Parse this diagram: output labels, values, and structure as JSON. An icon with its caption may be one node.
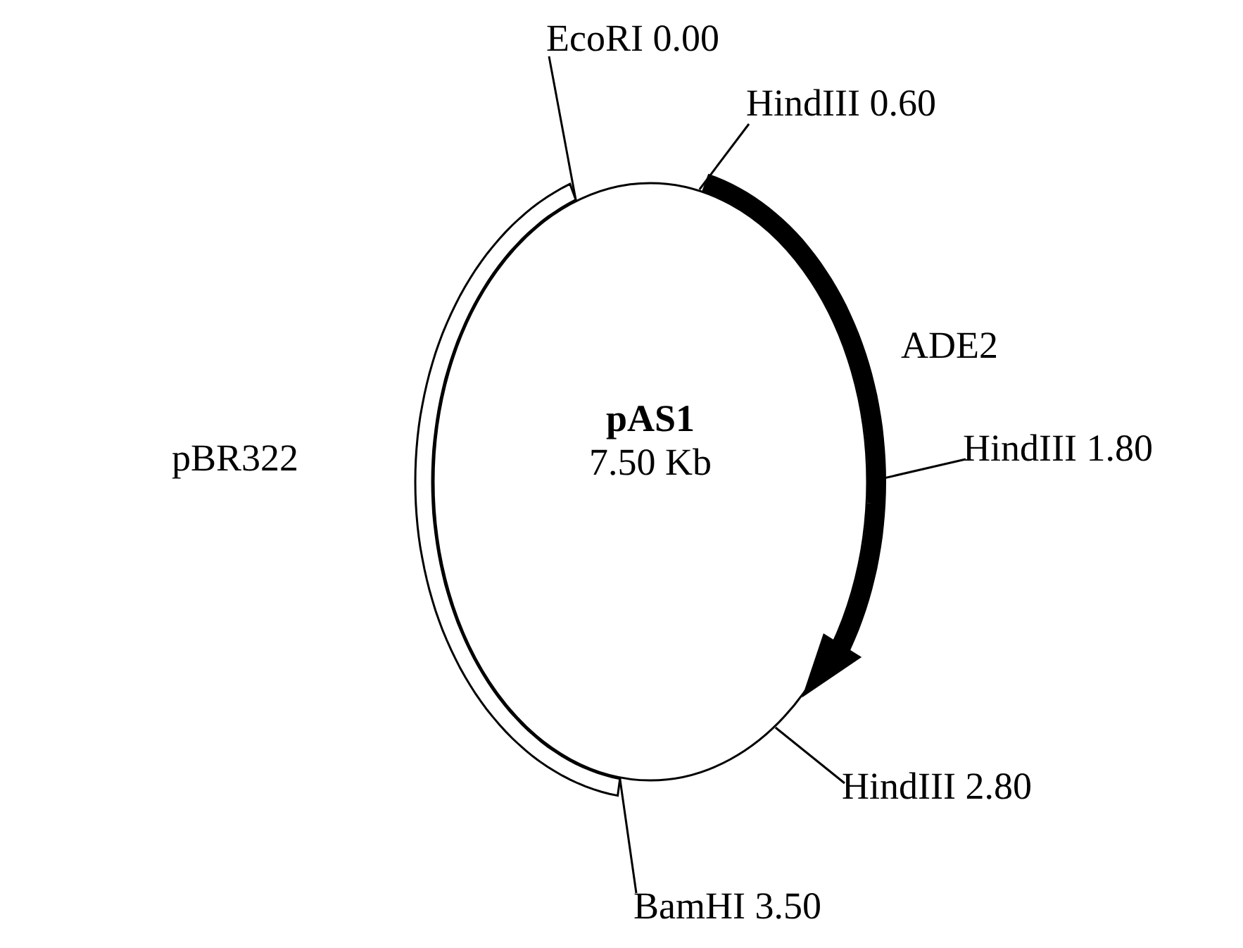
{
  "diagram": {
    "nodes": [
      {
        "text": [
          "pAS1",
          "7.50 Kb"
        ]
      },
      {
        "text": [
          "EcoRI 0.00"
        ]
      },
      {
        "text": [
          "HindIII 0.60"
        ]
      },
      {
        "text": [
          "HindIII 1.80"
        ]
      },
      {
        "text": [
          "HindIII 2.80"
        ]
      },
      {
        "text": [
          "BamHI 3.50"
        ]
      }
    ],
    "edges": [
      {
        "from": 1,
        "to": 0,
        "arrow": "none"
      },
      {
        "from": 2,
        "to": 0,
        "arrow": "none"
      },
      {
        "from": 3,
        "to": 0,
        "arrow": "none"
      },
      {
        "from": 4,
        "to": 0,
        "arrow": "none"
      },
      {
        "from": 5,
        "to": 0,
        "arrow": "none"
      }
    ],
    "labels": [
      "ADE2",
      "pBR322"
    ]
  }
}
